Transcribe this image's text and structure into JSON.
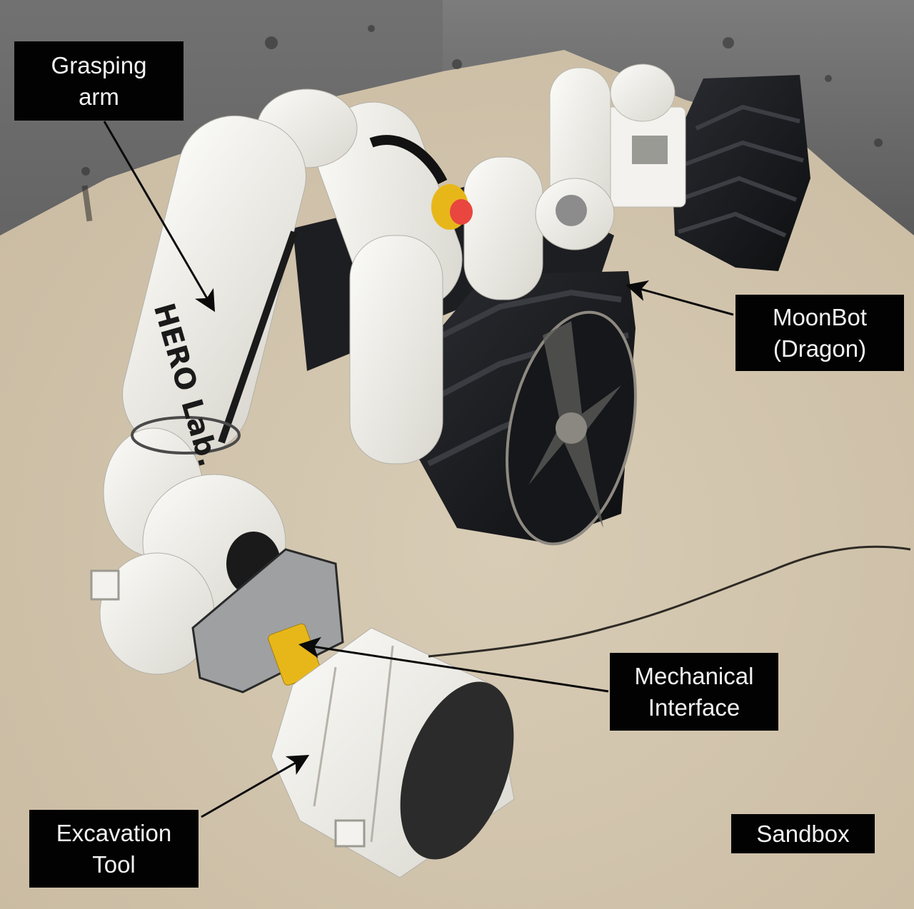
{
  "figure": {
    "subject": "MoonBot robot with grasping arm and excavation tool in sandbox",
    "arm_branding": "HERO Lab.",
    "colors": {
      "label_bg": "#020202",
      "label_text": "#f2f2f2",
      "sand": "#d2c5ae",
      "regolith_wall": "#6f6f6f",
      "robot_white": "#efeee9",
      "wheel_black": "#17181b",
      "interface_yellow": "#e7b71a",
      "estop_red": "#e8463f",
      "arrow": "#0a0a0a"
    }
  },
  "labels": {
    "grasping_arm": {
      "line1": "Grasping",
      "line2": "arm"
    },
    "moonbot": {
      "line1": "MoonBot",
      "line2": "(Dragon)"
    },
    "mechanical_interface": {
      "line1": "Mechanical",
      "line2": "Interface"
    },
    "excavation_tool": {
      "line1": "Excavation",
      "line2": "Tool"
    },
    "sandbox": {
      "line1": "Sandbox"
    }
  }
}
